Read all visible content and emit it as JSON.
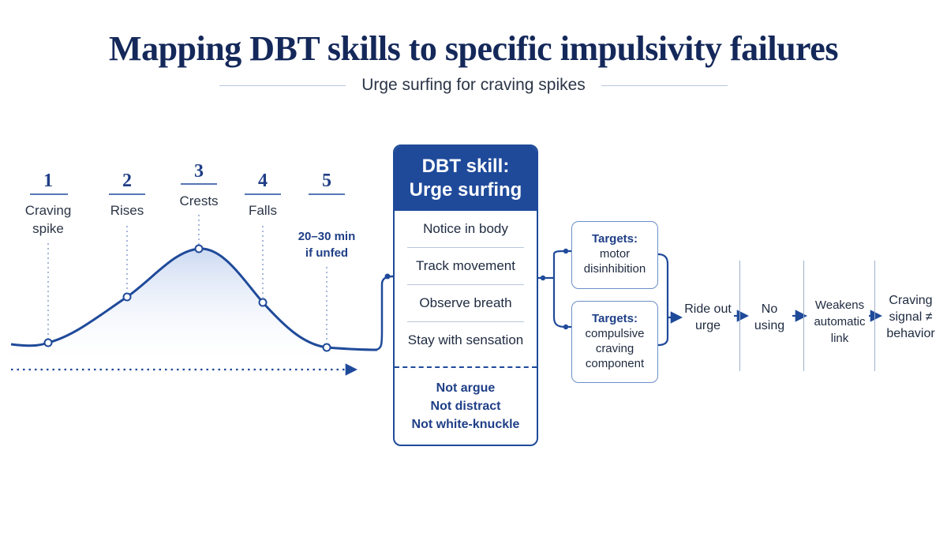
{
  "header": {
    "title": "Mapping DBT skills to specific impulsivity failures",
    "subtitle": "Urge surfing for craving spikes"
  },
  "wave": {
    "steps": [
      {
        "number": "1",
        "label_lines": [
          "Craving",
          "spike"
        ]
      },
      {
        "number": "2",
        "label_lines": [
          "Rises"
        ]
      },
      {
        "number": "3",
        "label_lines": [
          "Crests"
        ]
      },
      {
        "number": "4",
        "label_lines": [
          "Falls"
        ]
      },
      {
        "number": "5",
        "label_lines": []
      }
    ],
    "duration_lines": [
      "20–30 min",
      "if unfed"
    ]
  },
  "skill": {
    "heading_line1": "DBT skill:",
    "heading_line2": "Urge surfing",
    "items": [
      "Notice in body",
      "Track movement",
      "Observe breath",
      "Stay with sensation"
    ],
    "nots": [
      "Not argue",
      "Not distract",
      "Not white-knuckle"
    ]
  },
  "targets": [
    {
      "heading": "Targets:",
      "lines": [
        "motor",
        "disinhibition"
      ]
    },
    {
      "heading": "Targets:",
      "lines": [
        "compulsive",
        "craving",
        "component"
      ]
    }
  ],
  "outcomes": [
    {
      "lines": [
        "Ride out",
        "urge"
      ]
    },
    {
      "lines": [
        "No",
        "using"
      ]
    },
    {
      "lines": [
        "Weakens",
        "automatic",
        "link"
      ]
    },
    {
      "lines": [
        "Craving",
        "signal ≠",
        "behavior"
      ]
    }
  ],
  "colors": {
    "navy": "#14285a",
    "accent": "#1f4a9a",
    "light_accent": "#6b8fc7",
    "wave_fill": "#dce6f6"
  }
}
